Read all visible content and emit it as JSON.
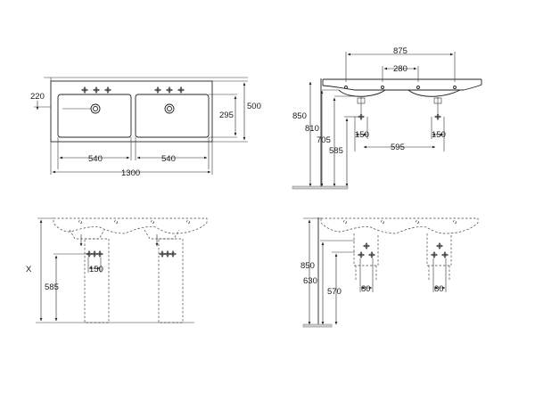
{
  "drawing": {
    "top_view": {
      "dims": {
        "setback": "220",
        "depth": "500",
        "bowl_depth": "295",
        "bowl_left": "540",
        "bowl_right": "540",
        "overall_width": "1300"
      }
    },
    "side_view": {
      "dims": {
        "tap_spacing": "875",
        "inner_spacing": "280",
        "height_top": "850",
        "height_rim": "810",
        "height_mid": "705",
        "height_waste": "585",
        "waste_left": "150",
        "waste_right": "150",
        "waste_centers": "595"
      }
    },
    "front_pedestal_view": {
      "dims": {
        "variable_height": "X",
        "waste_height": "585",
        "waste_spacing": "150"
      }
    },
    "front_halfpedestal_view": {
      "dims": {
        "height_top": "850",
        "height_mid": "630",
        "height_low": "570",
        "pedestal_left": "80",
        "pedestal_right": "80"
      }
    }
  }
}
